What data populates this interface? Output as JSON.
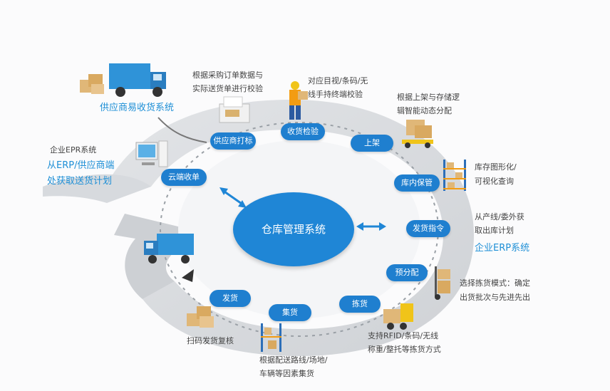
{
  "center": {
    "label": "仓库管理系统"
  },
  "steps": [
    {
      "label": "云端收单"
    },
    {
      "label": "供应商打标"
    },
    {
      "label": "收货检验"
    },
    {
      "label": "上架"
    },
    {
      "label": "库内保管"
    },
    {
      "label": "发货指令"
    },
    {
      "label": "预分配"
    },
    {
      "label": "拣货"
    },
    {
      "label": "集货"
    },
    {
      "label": "发货"
    }
  ],
  "notes": {
    "supplier_title": "供应商易收货系统",
    "erp_small": "企业EPR系统",
    "erp_blue_line1": "从ERP/供应商端",
    "erp_blue_line2": "处获取送货计划",
    "verify_line1": "根据采购订单数据与",
    "verify_line2": "实际送货单进行校验",
    "inspect_line1": "对应目视/条码/无",
    "inspect_line2": "线手持终端校验",
    "shelve_line1": "根据上架与存储逻",
    "shelve_line2": "辑智能动态分配",
    "storage_line1": "库存图形化/",
    "storage_line2": "可视化查询",
    "order_line1": "从产线/委外获",
    "order_line2": "取出库计划",
    "erp_right": "企业ERP系统",
    "prealloc_line1": "选择拣货模式：确定",
    "prealloc_line2": "出货批次与先进先出",
    "pick_line1": "支持RFID/条码/无线",
    "pick_line2": "称重/整托等拣货方式",
    "collect_line1": "根据配送路线/场地/",
    "collect_line2": "车辆等因素集货",
    "ship_note": "扫码发货复核"
  },
  "colors": {
    "ring": "#d4d7db",
    "pill": "#1f7fcf",
    "center": "#1f86d6",
    "accent_text": "#1e8fd6",
    "dashes": "#9aa0a6"
  },
  "icons": [
    "truck-icon",
    "boxes-icon",
    "computer-icon",
    "printer-icon",
    "worker-icon",
    "forklift-icon",
    "shelf-icon",
    "hand-truck-icon",
    "double-arrow-icon"
  ]
}
